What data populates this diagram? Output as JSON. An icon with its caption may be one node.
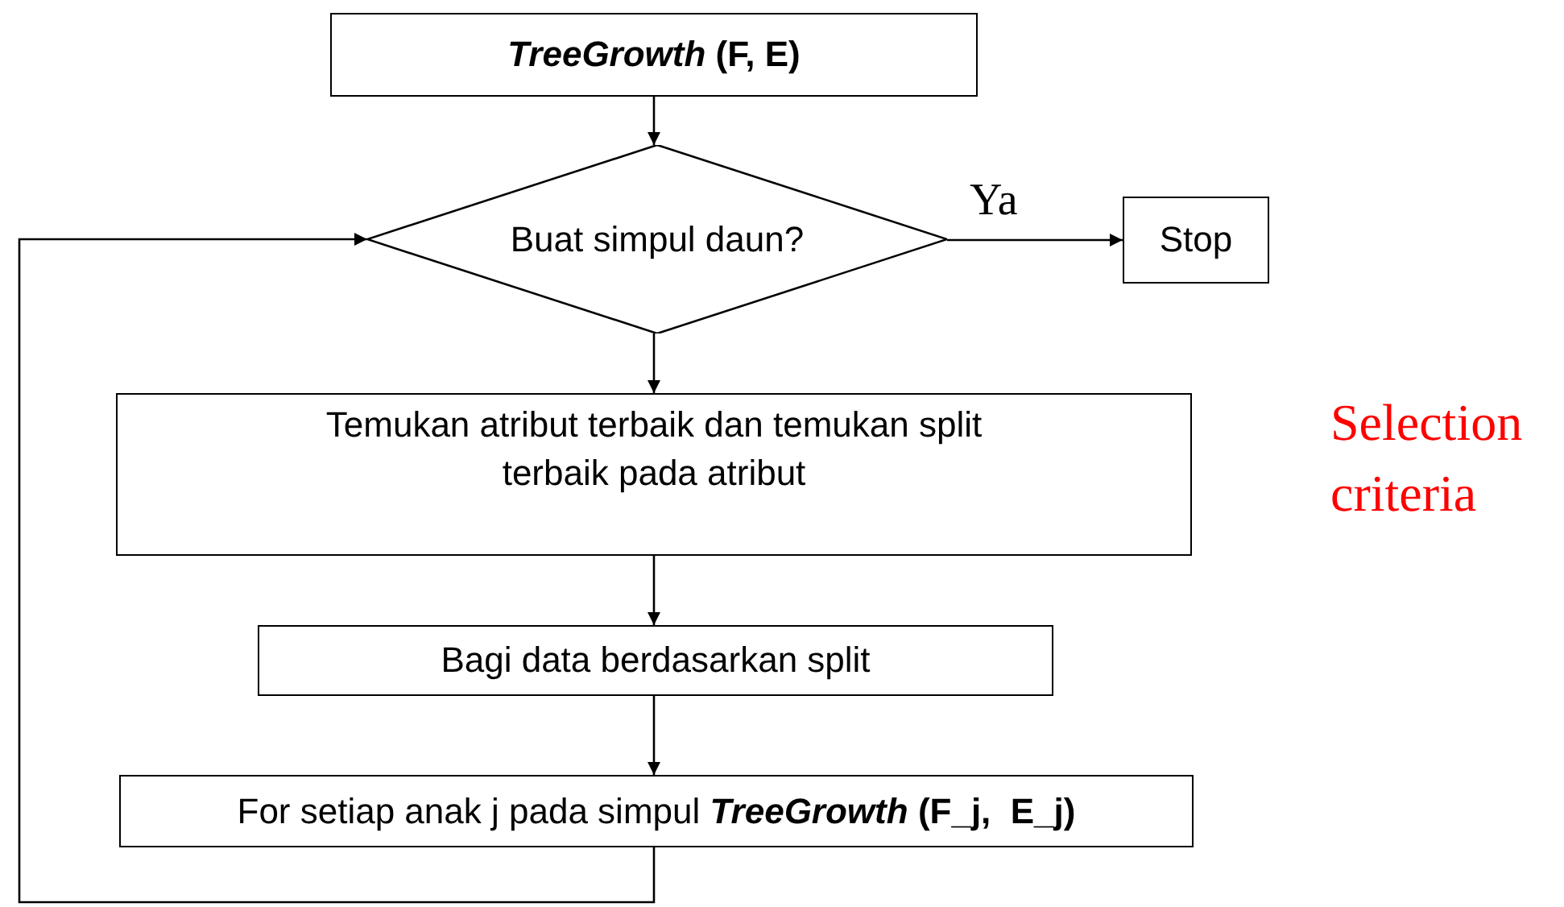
{
  "diagram": {
    "nodes": [
      {
        "text": [
          "*TreeGrowth* (F, E)"
        ]
      },
      {
        "text": [
          "Buat simpul daun?"
        ]
      },
      {
        "text": [
          "Stop"
        ]
      },
      {
        "text": [
          "Temukan atribut terbaik dan temukan split terbaik pada atribut"
        ]
      },
      {
        "text": [
          "Bagi data berdasarkan split"
        ]
      },
      {
        "text": [
          "For setiap anak j pada simpul *TreeGrowth* **(F_j,  E_j)**"
        ]
      }
    ],
    "edges": [
      {
        "from": 0,
        "to": 1,
        "arrow": "to"
      },
      {
        "from": 1,
        "to": 2,
        "arrow": "to",
        "label": "Ya"
      },
      {
        "from": 1,
        "to": 3,
        "arrow": "to"
      },
      {
        "from": 3,
        "to": 4,
        "arrow": "to"
      },
      {
        "from": 4,
        "to": 5,
        "arrow": "to"
      },
      {
        "from": 5,
        "to": 1,
        "arrow": "to"
      }
    ],
    "labels": [
      "Selection criteria"
    ]
  }
}
